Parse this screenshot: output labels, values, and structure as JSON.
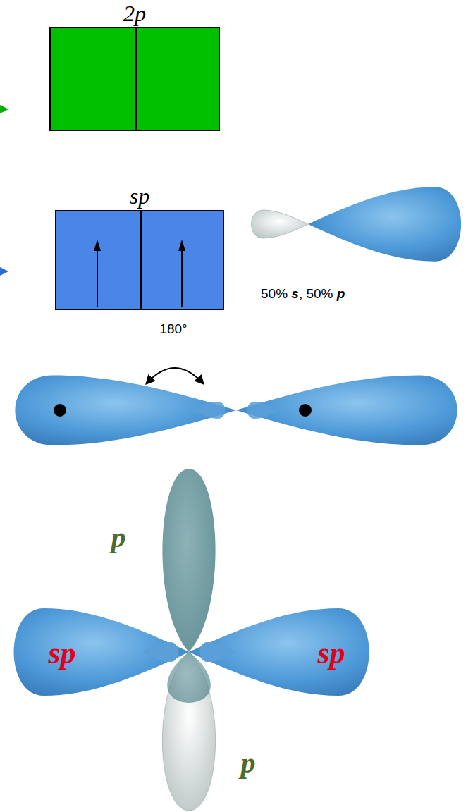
{
  "diagram": {
    "nodes": [
      {
        "text": [
          "2p"
        ]
      },
      {
        "text": [
          "sp"
        ]
      }
    ],
    "labels": [
      "50% s, 50% p",
      "180°",
      "p",
      "sp",
      "sp",
      "p"
    ]
  }
}
